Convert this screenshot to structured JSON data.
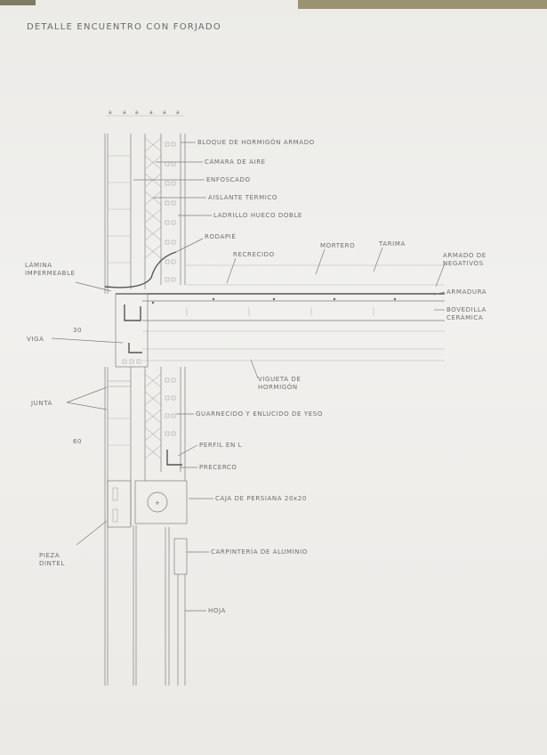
{
  "title": "DETALLE ENCUENTRO CON FORJADO",
  "labels": {
    "bloque_hormigon": "BLOQUE DE HORMIGÓN ARMADO",
    "camara_aire": "CÁMARA DE AIRE",
    "enfoscado": "ENFOSCADO",
    "aislante": "AISLANTE TÉRMICO",
    "ladrillo": "LADRILLO HUECO DOBLE",
    "rodapie": "RODAPIÉ",
    "recrecido": "RECRECIDO",
    "mortero": "MORTERO",
    "tarima": "TARIMA",
    "armado_negativos": "ARMADO DE NEGATIVOS",
    "lamina_impermeable": "LÁMINA IMPERMEABLE",
    "armadura": "ARMADURA",
    "bovedilla": "BOVEDILLA CERÁMICA",
    "viga": "VIGA",
    "dim_30": "30",
    "vigueta": "VIGUETA DE HORMIGÓN",
    "junta": "JUNTA",
    "guarnecido": "GUARNECIDO Y ENLUCIDO DE YESO",
    "dim_60": "60",
    "perfil": "PERFIL EN L",
    "precerco": "PRECERCO",
    "caja_persiana": "CAJA DE PERSIANA 20x20",
    "pieza_dintel": "PIEZA DINTEL",
    "carpinteria": "CARPINTERÍA DE ALUMINIO",
    "hoja": "HOJA"
  },
  "colors": {
    "paper": "#eeedea",
    "pencil": "#7e7e7e",
    "pencil_dark": "#555555",
    "background": "#8f8868"
  }
}
